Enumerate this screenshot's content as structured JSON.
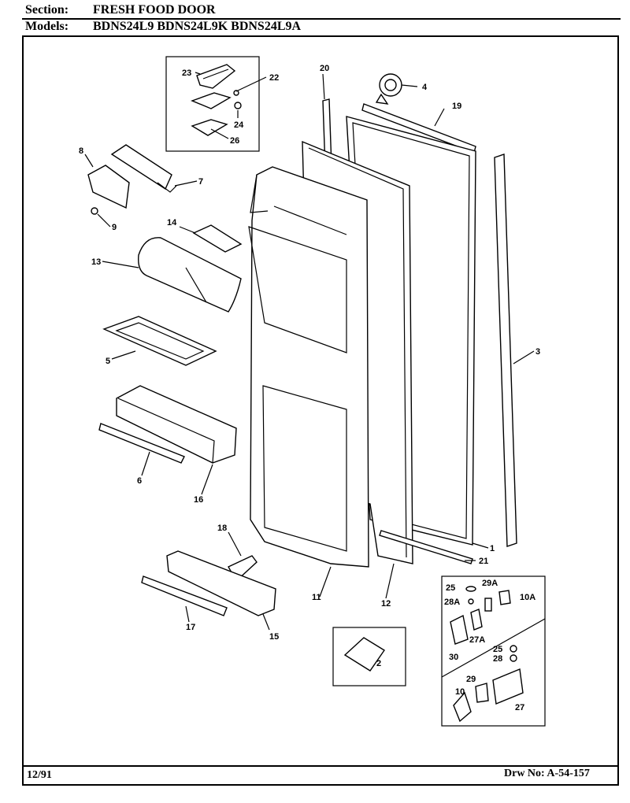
{
  "header": {
    "section_key": "Section:",
    "section_value": "FRESH FOOD DOOR",
    "models_key": "Models:",
    "models_value": "BDNS24L9  BDNS24L9K  BDNS24L9A"
  },
  "footer": {
    "date": "12/91",
    "drawing_no": "Drw No: A-54-157"
  },
  "parts": {
    "p1": "1",
    "p2": "2",
    "p3": "3",
    "p4": "4",
    "p5": "5",
    "p6": "6",
    "p7": "7",
    "p8": "8",
    "p9": "9",
    "p10": "10",
    "p10a": "10A",
    "p11": "11",
    "p12": "12",
    "p13": "13",
    "p14": "14",
    "p15": "15",
    "p16": "16",
    "p17": "17",
    "p18": "18",
    "p19": "19",
    "p20": "20",
    "p21": "21",
    "p22": "22",
    "p23": "23",
    "p24": "24",
    "p25a": "25",
    "p25b": "25",
    "p26": "26",
    "p27": "27",
    "p27a": "27A",
    "p28": "28",
    "p28a": "28A",
    "p29": "29",
    "p29a": "29A",
    "p30": "30"
  }
}
